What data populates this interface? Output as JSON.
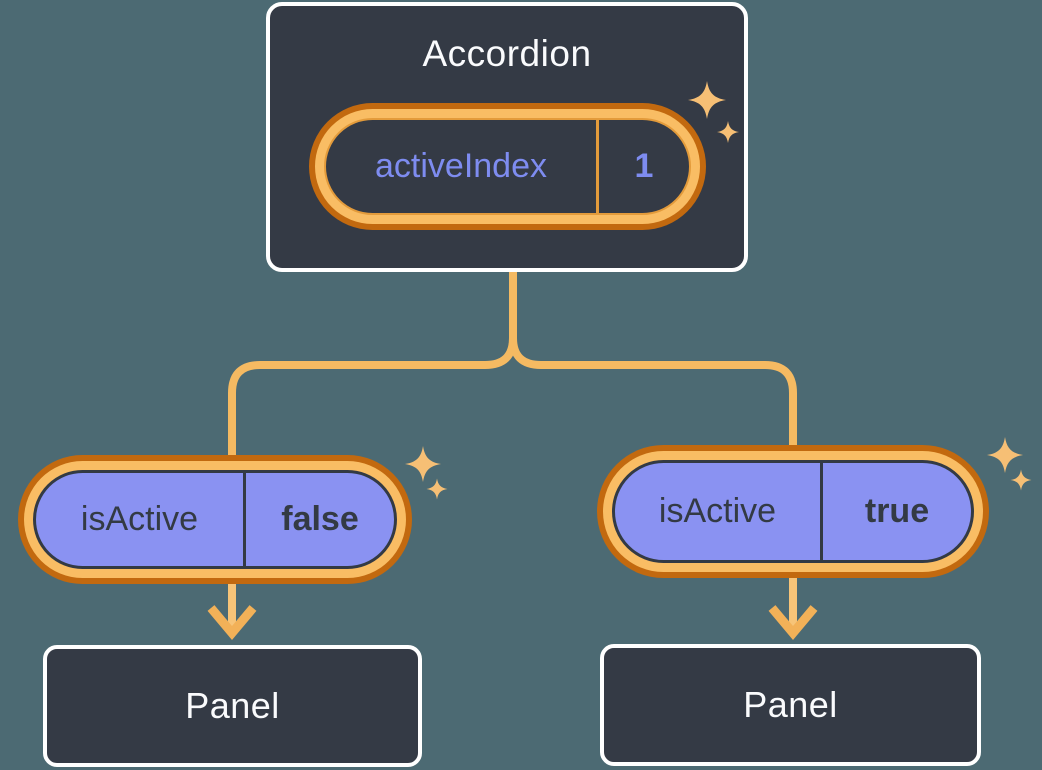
{
  "diagram": {
    "background_color": "#4c6a73",
    "node_fill_color": "#343a45",
    "node_border_color": "#ffffff",
    "connector_color": "#f5ba62",
    "pill_ring_outer_color": "#c2690f",
    "pill_ring_inner_color": "#f9bd64",
    "prop_pill_fill_color": "#8a92f2",
    "state_text_color": "#7e8cf0",
    "prop_text_color": "#333a44",
    "sparkle_color": "#f6bf75",
    "icons": [
      {
        "name": "sparkle-icon",
        "glyph": "✦"
      },
      {
        "name": "arrow-down-icon",
        "glyph": "↓"
      }
    ],
    "accordion": {
      "title": "Accordion",
      "state": {
        "label": "activeIndex",
        "value": "1"
      }
    },
    "children": [
      {
        "prop": {
          "label": "isActive",
          "value": "false"
        },
        "panel": {
          "title": "Panel"
        }
      },
      {
        "prop": {
          "label": "isActive",
          "value": "true"
        },
        "panel": {
          "title": "Panel"
        }
      }
    ]
  }
}
